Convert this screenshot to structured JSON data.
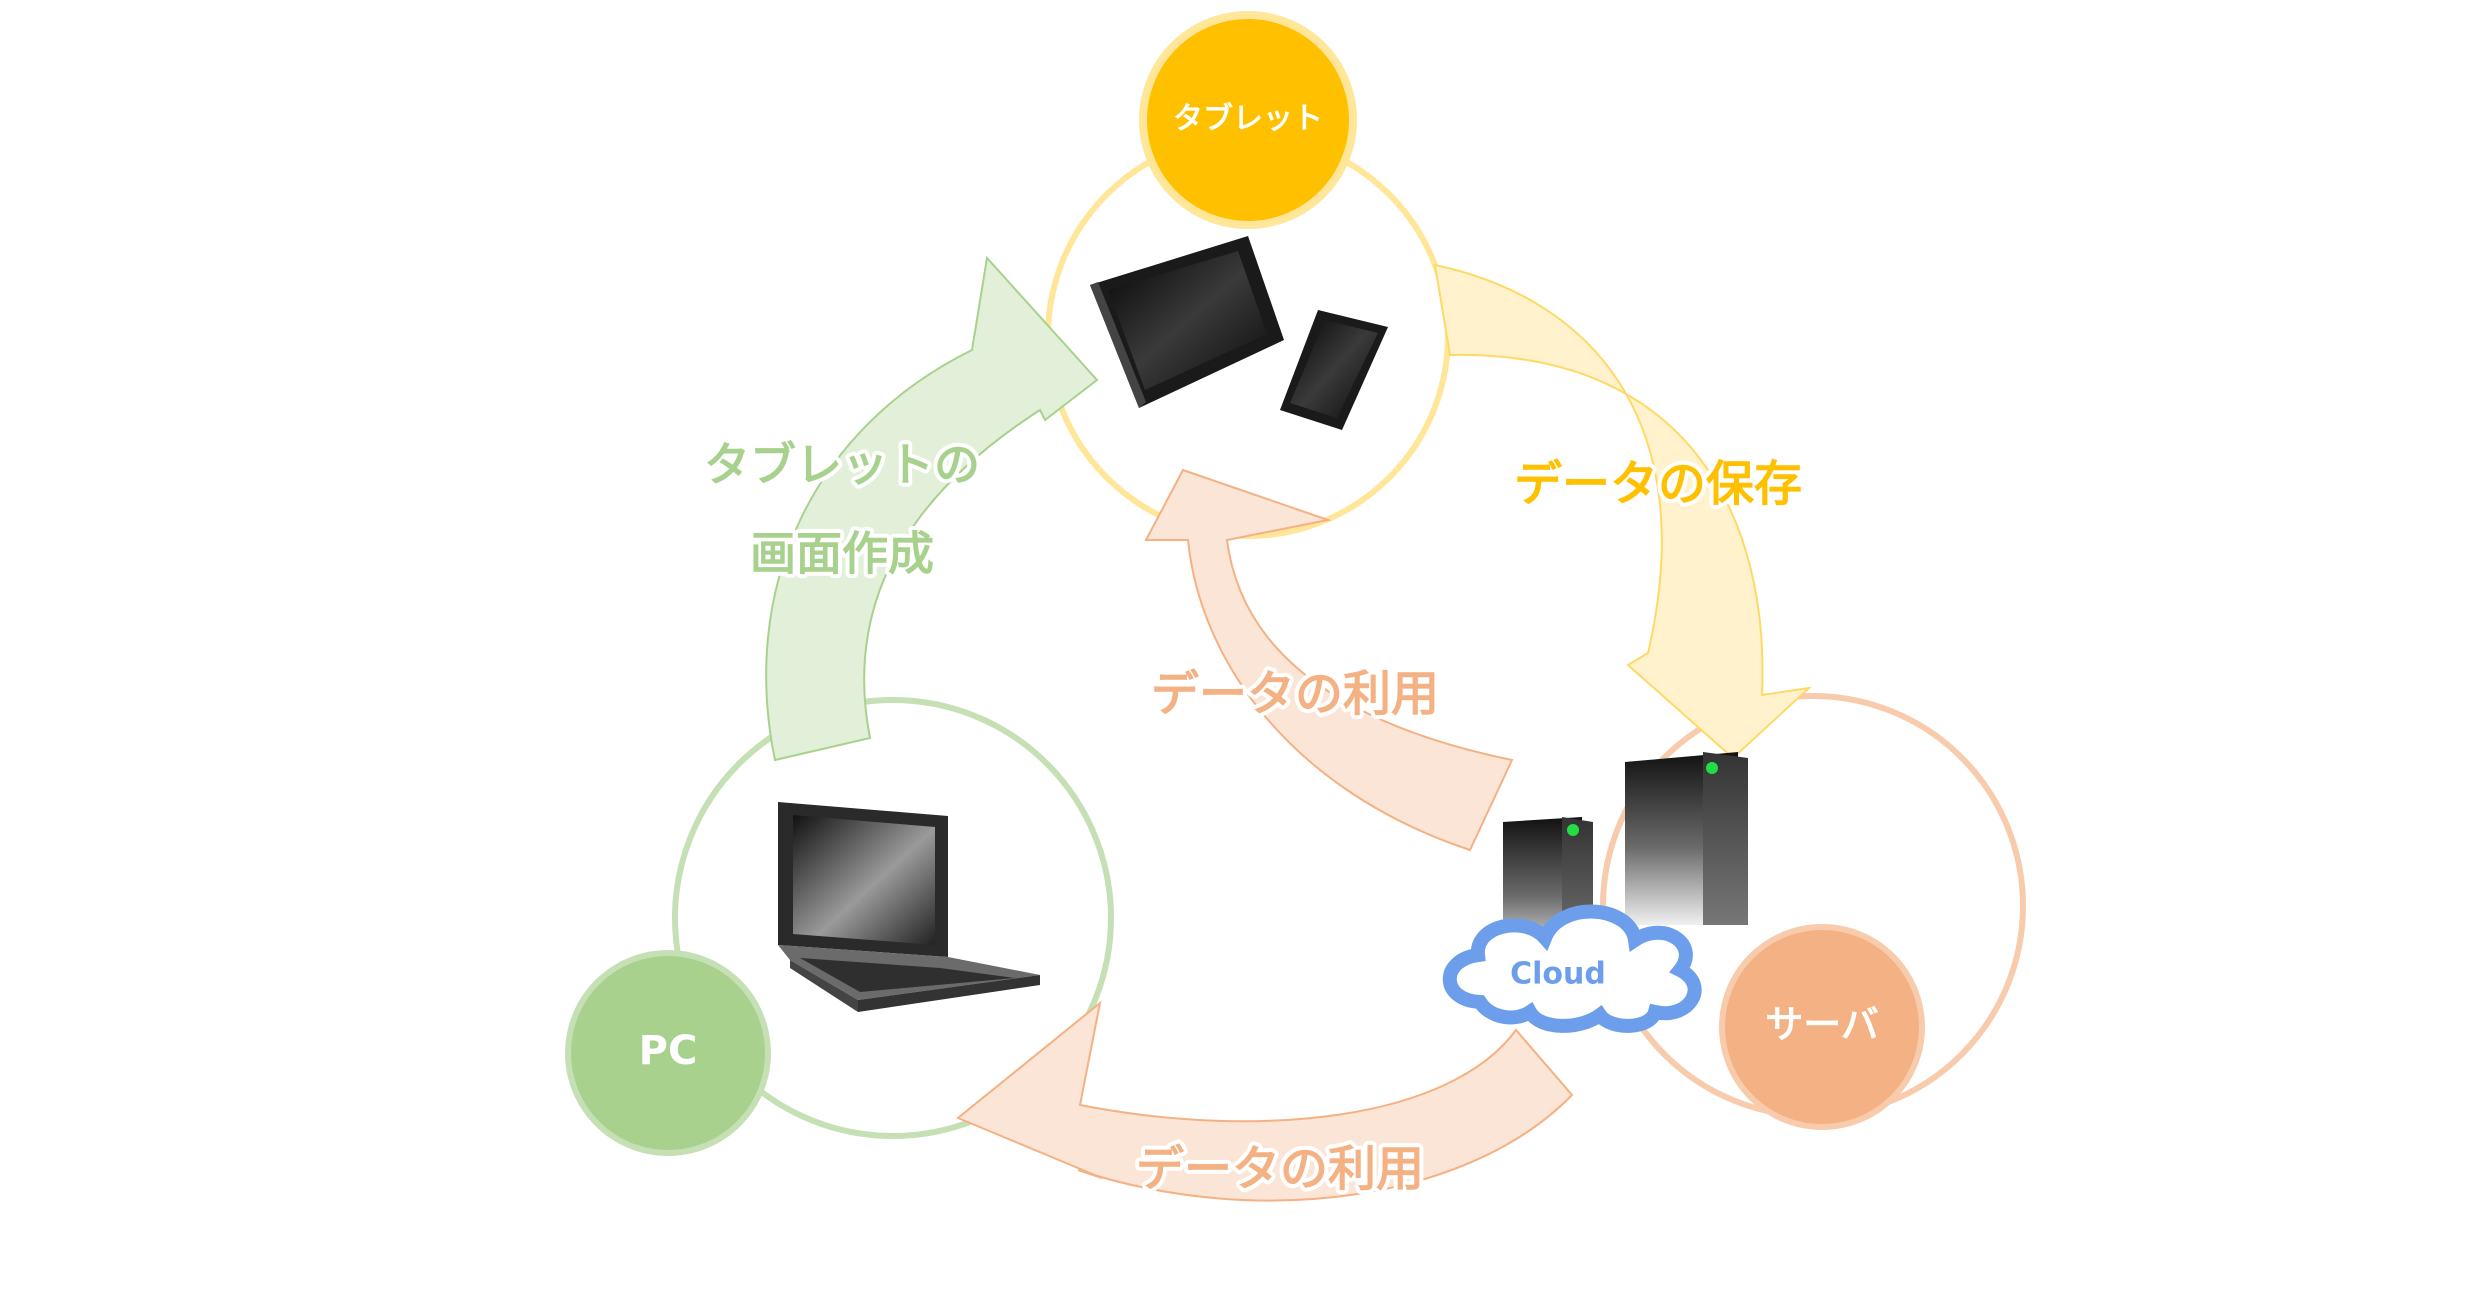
{
  "nodes": {
    "tablet": {
      "label": "タブレット",
      "color": "#FFC000",
      "ring": "#FFE699"
    },
    "server": {
      "label": "サーバ",
      "color": "#F4B183",
      "ring": "#F8CBAD"
    },
    "pc": {
      "label": "PC",
      "color": "#A9D18E",
      "ring": "#C5E0B4"
    }
  },
  "cloud": {
    "label": "Cloud",
    "color": "#6D9EEB"
  },
  "flows": {
    "tablet_screen": {
      "label_line1": "タブレットの",
      "label_line2": "画面作成",
      "fill": "#E2F0D9",
      "stroke": "#A9D18E",
      "text": "#A9D18E"
    },
    "data_save": {
      "label": "データの保存",
      "fill": "#FFF2CC",
      "stroke": "#FFD966",
      "text": "#FFC000"
    },
    "data_use_upper": {
      "label": "データの利用",
      "fill": "#FBE5D6",
      "stroke": "#F4B183",
      "text": "#F4B183"
    },
    "data_use_lower": {
      "label": "データの利用",
      "fill": "#FBE5D6",
      "stroke": "#F4B183",
      "text": "#F4B183"
    }
  }
}
